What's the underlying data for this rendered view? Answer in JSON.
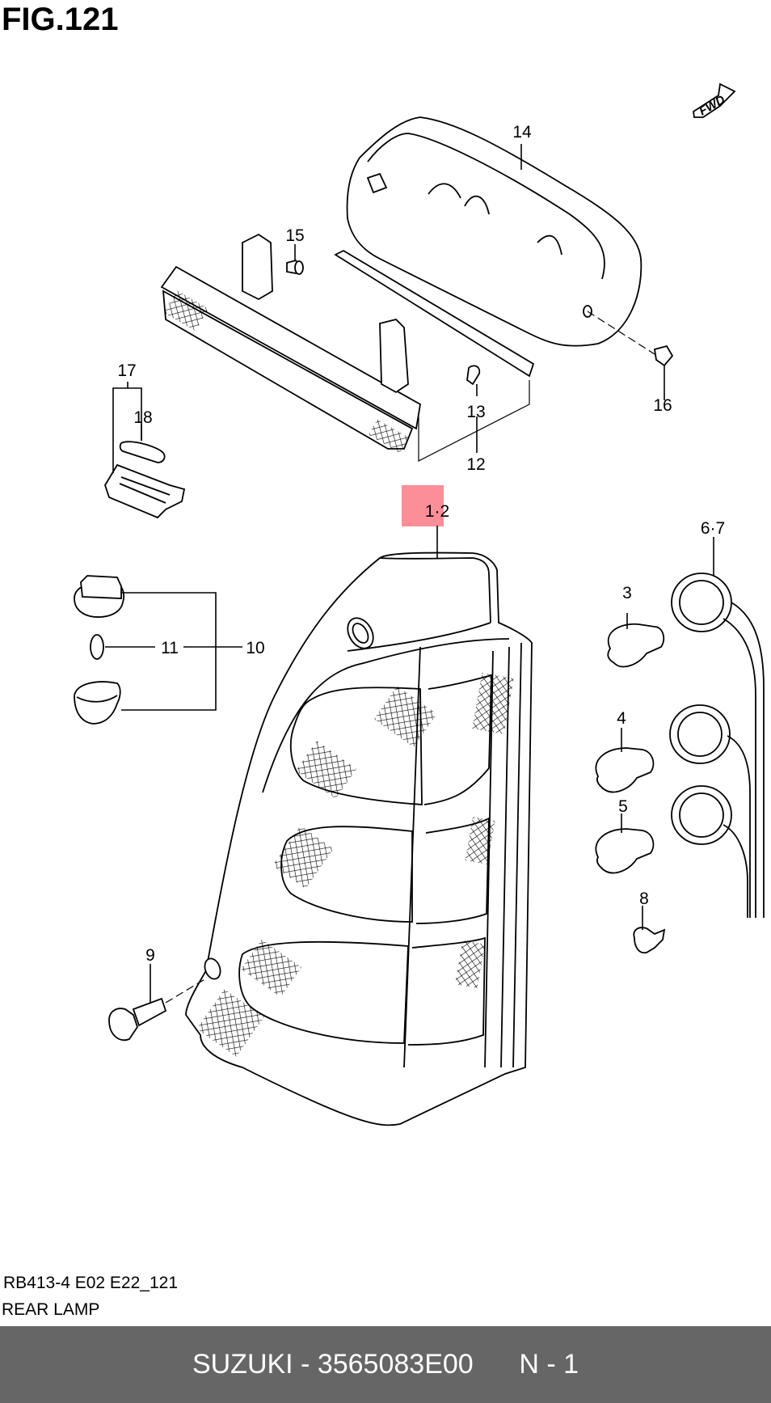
{
  "figure": {
    "title": "FIG.121",
    "fwd_label": "FWD"
  },
  "callouts": {
    "c1_2": "1·2",
    "c3": "3",
    "c4": "4",
    "c5": "5",
    "c6_7": "6·7",
    "c8": "8",
    "c9": "9",
    "c10": "10",
    "c11": "11",
    "c12": "12",
    "c13": "13",
    "c14": "14",
    "c15": "15",
    "c16": "16",
    "c17": "17",
    "c18": "18"
  },
  "highlight": {
    "part": "1·2",
    "color": "#fb8e97"
  },
  "info": {
    "drawing_code": "RB413-4 E02 E22_121",
    "caption": "REAR LAMP"
  },
  "footer": {
    "text": "SUZUKI - 3565083E00      N - 1",
    "background": "#666666",
    "color": "#ffffff"
  }
}
